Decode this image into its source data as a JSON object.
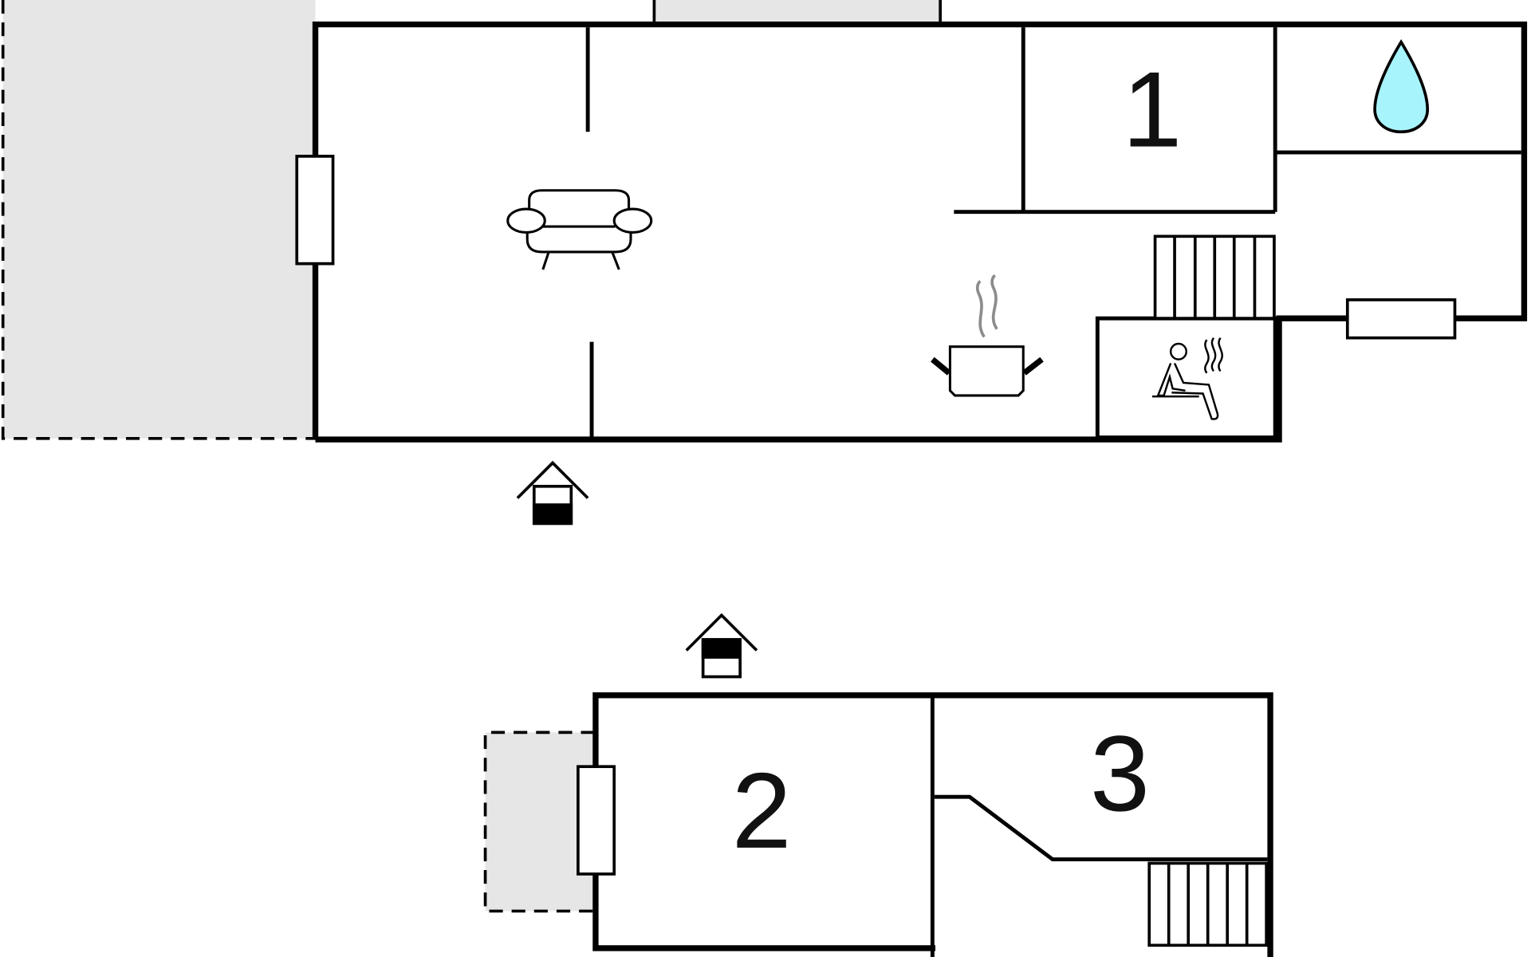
{
  "floor_plan": {
    "rooms": [
      {
        "label": "1"
      },
      {
        "label": "2"
      },
      {
        "label": "3"
      }
    ],
    "icons": [
      "sofa-icon",
      "cooking-pot-icon",
      "sauna-icon",
      "water-drop-icon",
      "entrance-icon",
      "stairs-icon"
    ],
    "colors": {
      "wall": "#000000",
      "terrace_fill": "#e6e6e6",
      "water": "#a8f4fd",
      "steam": "#8c8c8c",
      "background": "#ffffff"
    }
  }
}
